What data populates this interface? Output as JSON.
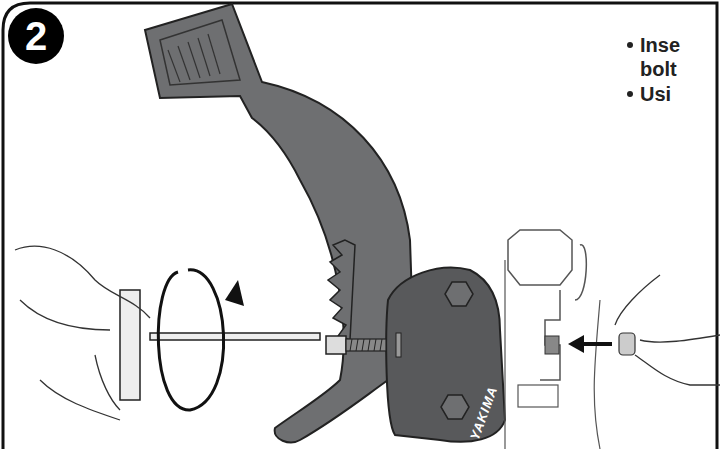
{
  "diagram": {
    "nodes": [
      {
        "text": [
          "2"
        ]
      }
    ],
    "labels": [
      "Inse bolt",
      "Usi",
      "YAKIMA"
    ]
  }
}
